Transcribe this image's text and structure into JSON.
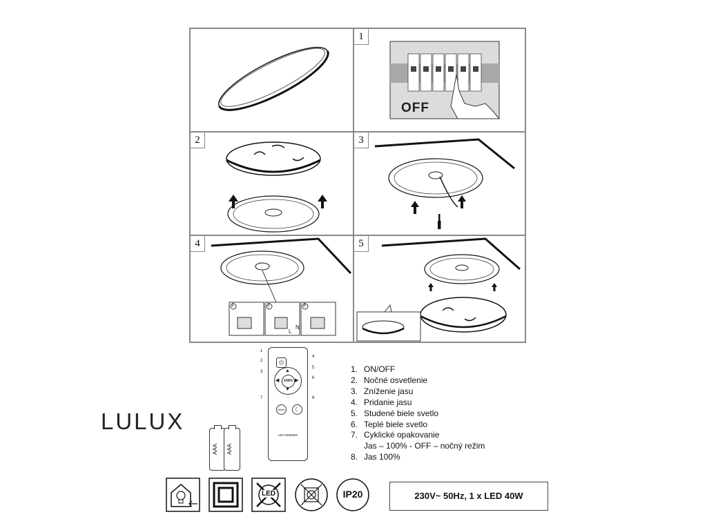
{
  "steps": [
    "1",
    "2",
    "3",
    "4",
    "5"
  ],
  "step1_label": "OFF",
  "step4_substeps": [
    "1",
    "2",
    "3"
  ],
  "wiring_labels": [
    "L",
    "N"
  ],
  "remote": {
    "center_label": "100%",
    "mode_label": "Mode",
    "bottom_label": "LED DIMMER",
    "callouts": [
      "1",
      "2",
      "3",
      "4",
      "5",
      "6",
      "7",
      "8"
    ]
  },
  "legend": [
    {
      "num": "1.",
      "text": "ON/OFF"
    },
    {
      "num": "2.",
      "text": "Nočné osvetlenie"
    },
    {
      "num": "3.",
      "text": "Zníženie jasu"
    },
    {
      "num": "4.",
      "text": "Pridanie jasu"
    },
    {
      "num": "5.",
      "text": "Studené biele svetlo"
    },
    {
      "num": "6.",
      "text": "Teplé biele svetlo"
    },
    {
      "num": "7.",
      "text": "Cyklické opakovanie"
    },
    {
      "num": "",
      "text": "Jas – 100% - OFF – nočný režim"
    },
    {
      "num": "8.",
      "text": "Jas 100%"
    }
  ],
  "brand": "LULUX",
  "batteries": [
    "AAA",
    "AAA"
  ],
  "ip_rating": "IP20",
  "led_label": "LED",
  "spec": "230V~ 50Hz, 1 x LED 40W",
  "colors": {
    "line": "#111111",
    "border": "#888888",
    "wall": "#bfbfbf"
  }
}
